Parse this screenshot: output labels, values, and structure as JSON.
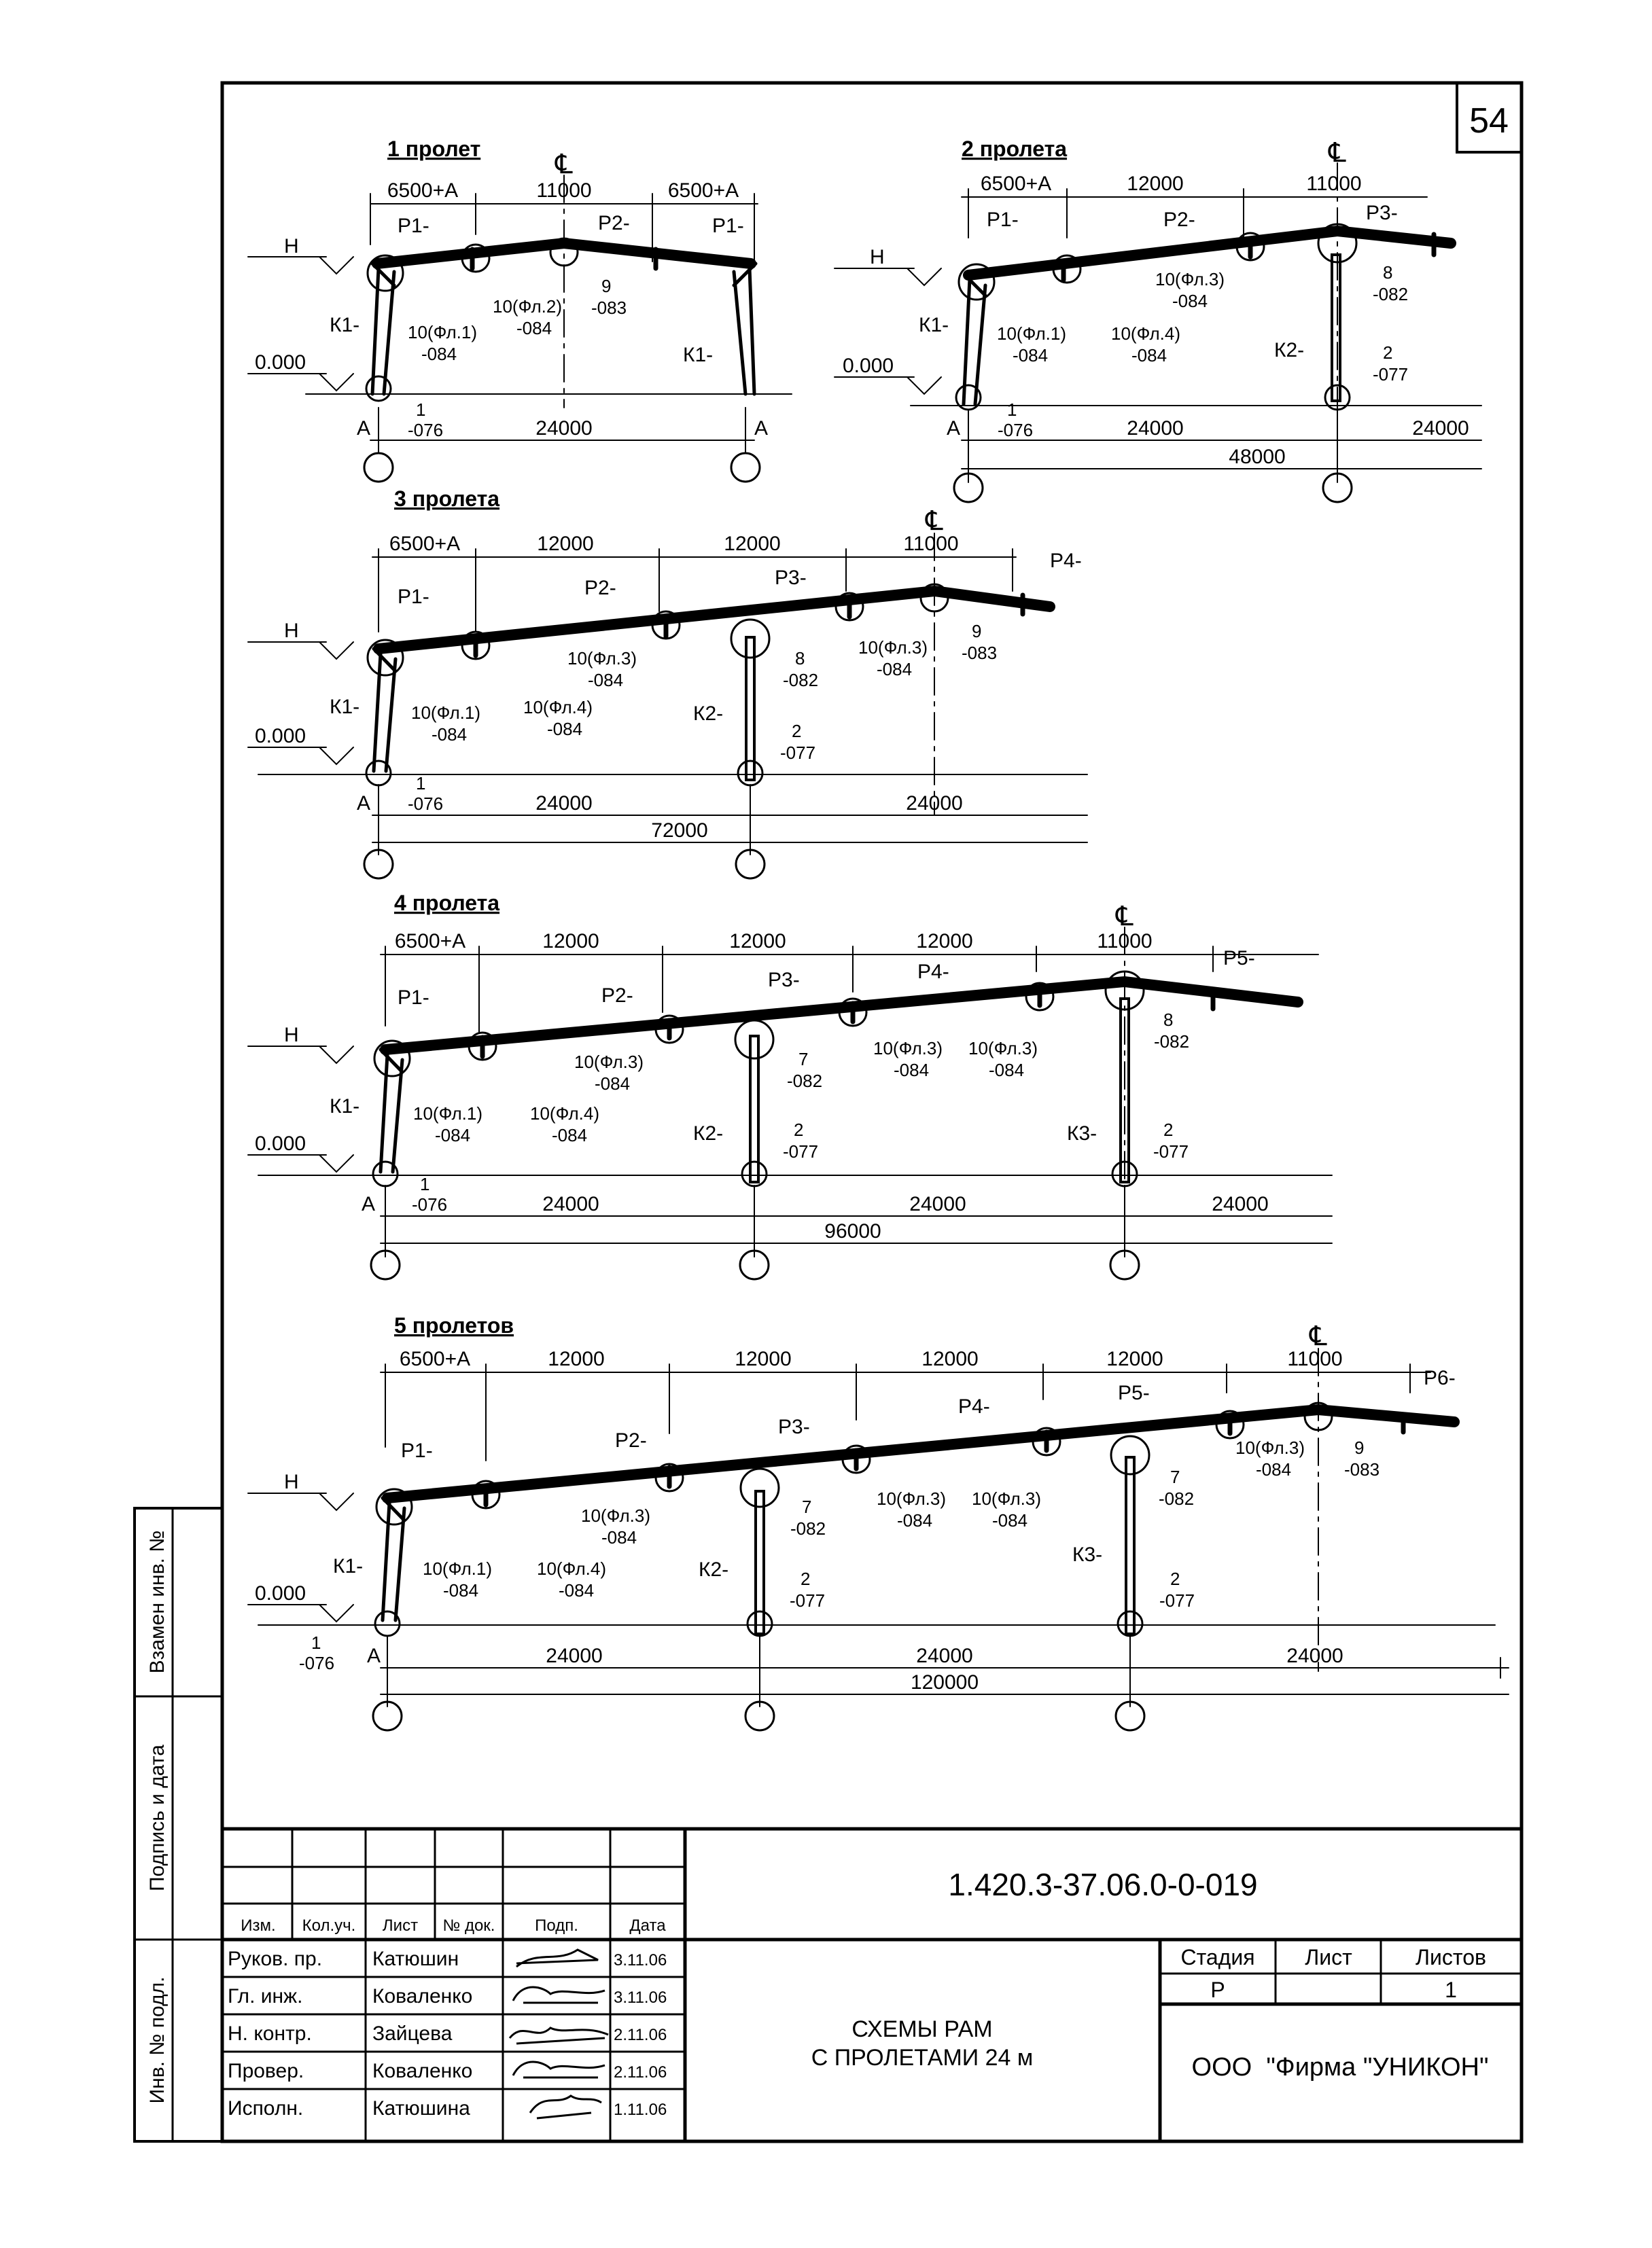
{
  "sheet_number": "54",
  "side_labels": {
    "replaced_inv": "Взамен инв. №",
    "signature_date": "Подпись и дата",
    "inv_original": "Инв. № подл."
  },
  "common": {
    "h_mark": "Н",
    "zero_mark": "0.000",
    "axis_a": "А",
    "centerline": "℄",
    "flange_dim": "6500+А",
    "panel_12": "12000",
    "panel_11": "11000",
    "span": "24000",
    "k1": "К1-",
    "k2": "К2-",
    "k3": "К3-",
    "n1": "1",
    "c076": "-076",
    "n2": "2",
    "c077": "-077",
    "n7": "7",
    "c082": "-082",
    "n8": "8",
    "n9": "9",
    "c083": "-083",
    "fl1": "10(Фл.1)",
    "fl2": "10(Фл.2)",
    "fl3": "10(Фл.3)",
    "fl4": "10(Фл.4)",
    "c084": "-084",
    "r1": "Р1-",
    "r2": "Р2-",
    "r3": "Р3-",
    "r4": "Р4-",
    "r5": "Р5-",
    "r6": "Р6-"
  },
  "diagrams": {
    "d1": {
      "title": "1 пролет"
    },
    "d2": {
      "title": "2 пролета",
      "total": "48000"
    },
    "d3": {
      "title": "3 пролета",
      "total": "72000"
    },
    "d4": {
      "title": "4 пролета",
      "total": "96000"
    },
    "d5": {
      "title": "5 пролетов",
      "total": "120000"
    }
  },
  "title_block": {
    "doc_code": "1.420.3-37.06.0-0-019",
    "headers": [
      "Изм.",
      "Кол.уч.",
      "Лист",
      "№ док.",
      "Подп.",
      "Дата"
    ],
    "rows": [
      {
        "role": "Руков. пр.",
        "name": "Катюшин",
        "date": "3.11.06"
      },
      {
        "role": "Гл. инж.",
        "name": "Коваленко",
        "date": "3.11.06"
      },
      {
        "role": "Н. контр.",
        "name": "Зайцева",
        "date": "2.11.06"
      },
      {
        "role": "Провер.",
        "name": "Коваленко",
        "date": "2.11.06"
      },
      {
        "role": "Исполн.",
        "name": "Катюшина",
        "date": "1.11.06"
      }
    ],
    "title_line1": "СХЕМЫ РАМ",
    "title_line2": "С ПРОЛЕТАМИ 24 м",
    "stage_label": "Стадия",
    "sheet_label": "Лист",
    "sheets_label": "Листов",
    "stage_value": "Р",
    "sheet_value": "",
    "sheets_value": "1",
    "company": "ООО  \"Фирма \"УНИКОН\""
  }
}
